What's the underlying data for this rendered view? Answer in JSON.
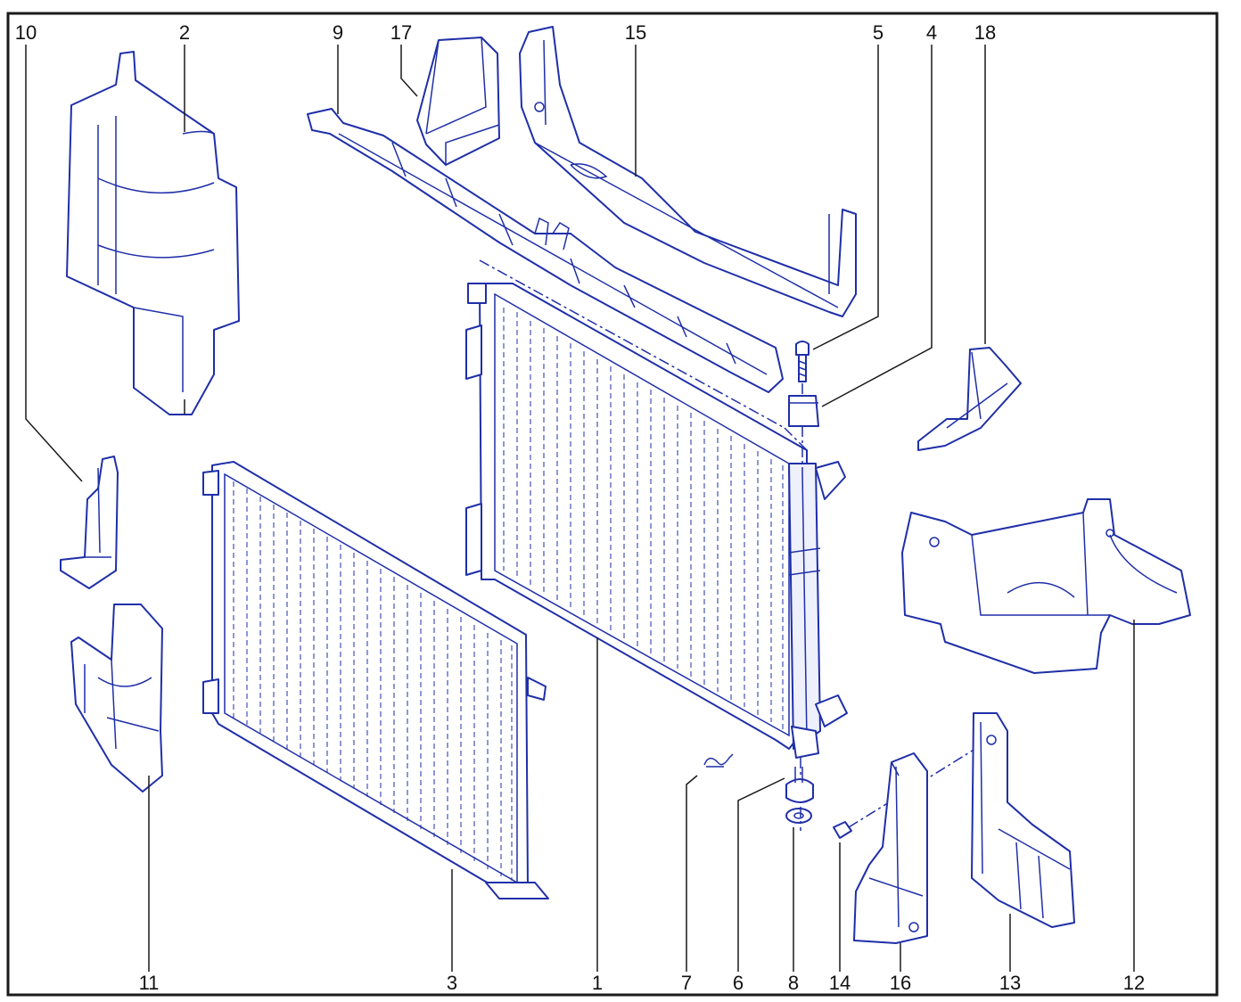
{
  "colors": {
    "line": "#1f2fa8",
    "frame": "#1a1a1a",
    "label": "#111111",
    "background": "#ffffff"
  },
  "callouts": {
    "p1": "1",
    "p2": "2",
    "p3": "3",
    "p4": "4",
    "p5": "5",
    "p6": "6",
    "p7": "7",
    "p8": "8",
    "p9": "9",
    "p10": "10",
    "p11": "11",
    "p12": "12",
    "p13": "13",
    "p14": "14",
    "p15": "15",
    "p16": "16",
    "p17": "17",
    "p18": "18"
  }
}
